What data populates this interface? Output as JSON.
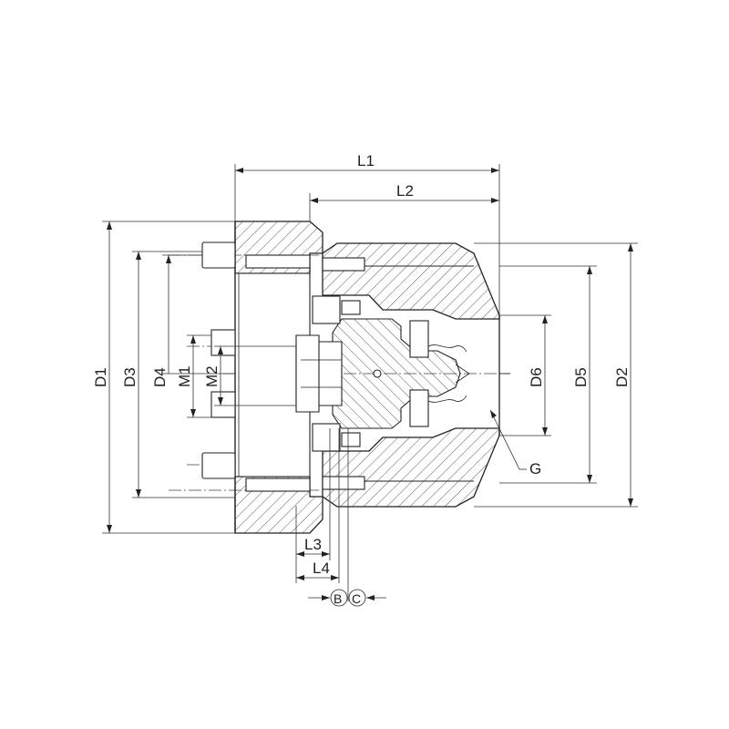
{
  "labels": {
    "L1": "L1",
    "L2": "L2",
    "L3": "L3",
    "L4": "L4",
    "D1": "D1",
    "D2": "D2",
    "D3": "D3",
    "D4": "D4",
    "D5": "D5",
    "D6": "D6",
    "M1": "M1",
    "M2": "M2",
    "G": "G",
    "B": "B",
    "C": "C"
  },
  "colors": {
    "line": "#222222",
    "background": "#ffffff"
  }
}
